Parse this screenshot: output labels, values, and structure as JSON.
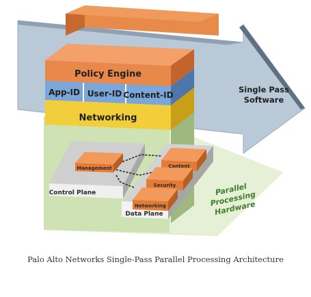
{
  "diagram": {
    "policy_engine": "Policy Engine",
    "app_id": "App-ID",
    "user_id": "User-ID",
    "content_id": "Content-ID",
    "networking_layer": "Networking",
    "arrow_line1": "Single Pass",
    "arrow_line2": "Software",
    "management": "Management",
    "content": "Content",
    "security": "Security",
    "networking_chip": "Networking",
    "control_plane": "Control Plane",
    "data_plane": "Data Plane",
    "hardware_line1": "Parallel",
    "hardware_line2": "Processing",
    "hardware_line3": "Hardware"
  },
  "caption": "Palo Alto Networks Single-Pass Parallel Processing Architecture",
  "colors": {
    "orange": "#e9884a",
    "blue": "#6f9fd4",
    "yellow": "#f2cf3a",
    "arrow": "#b7c7d6",
    "green_hardware": "#dbe8c6"
  }
}
